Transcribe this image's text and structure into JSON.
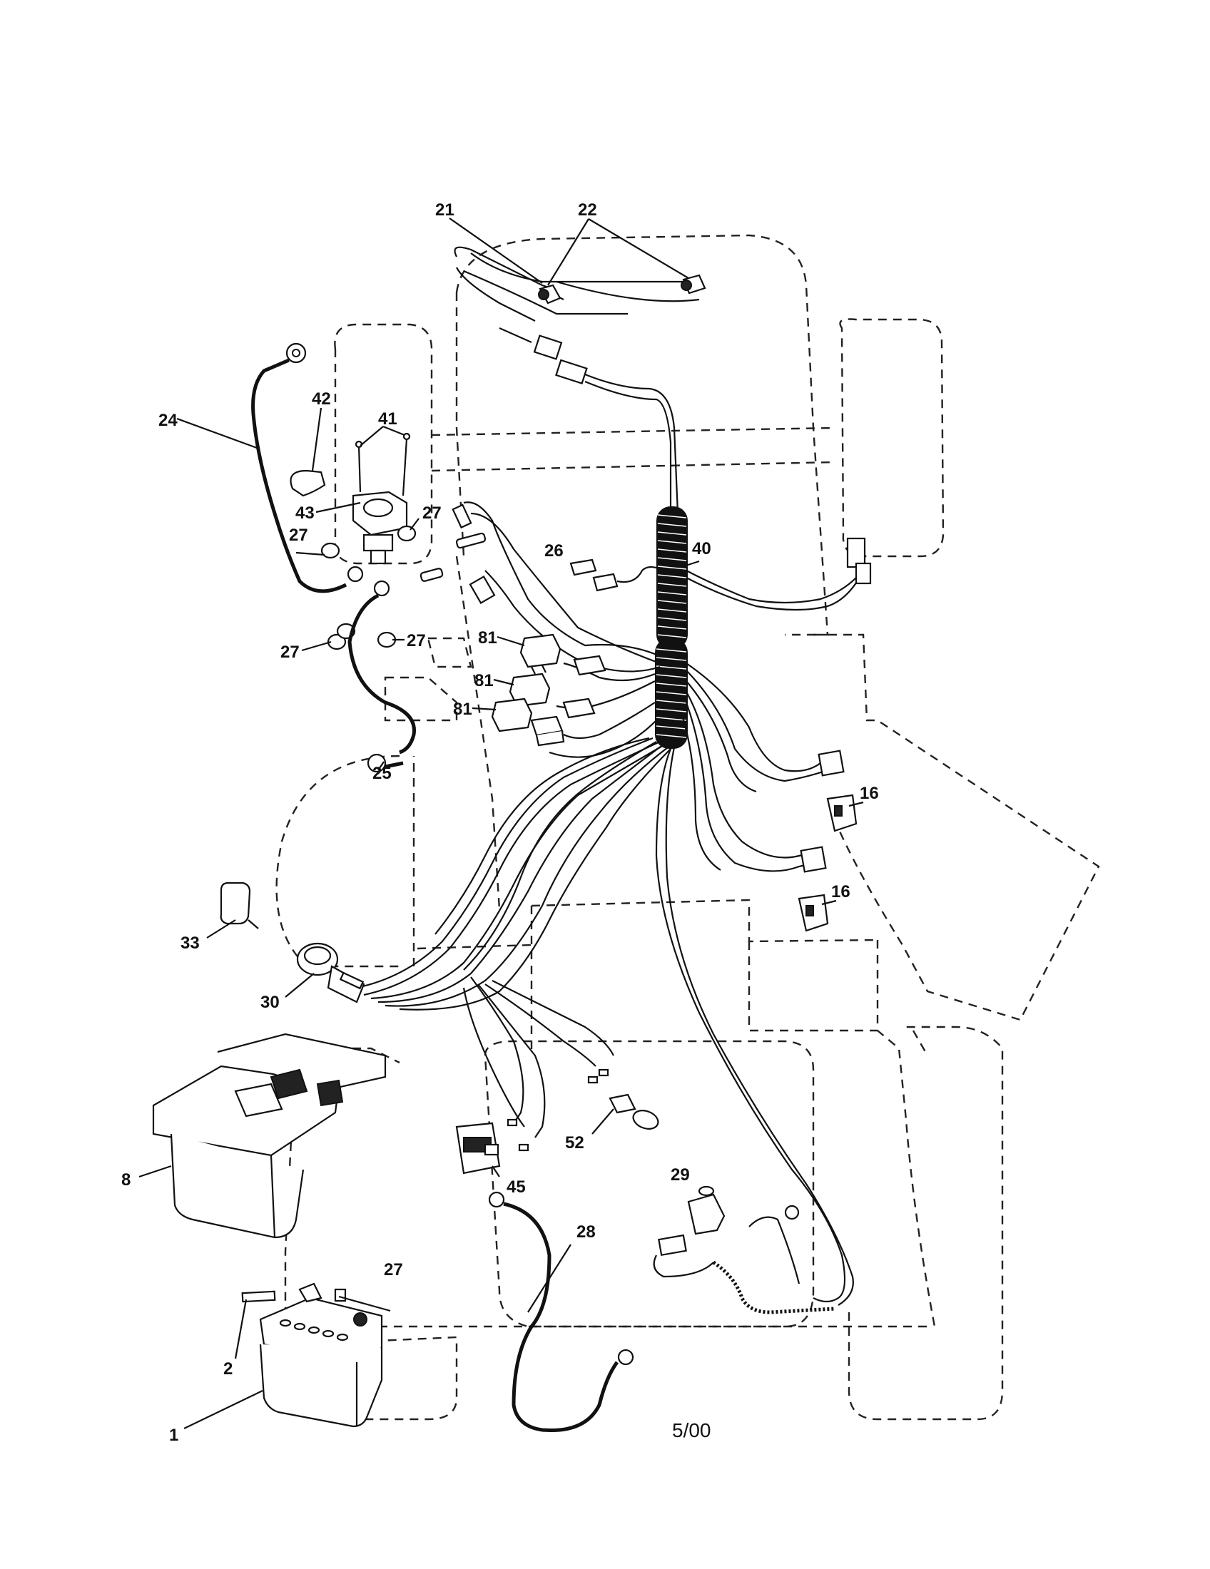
{
  "callouts": [
    {
      "id": "21",
      "label": "21"
    },
    {
      "id": "22",
      "label": "22"
    },
    {
      "id": "42",
      "label": "42"
    },
    {
      "id": "41",
      "label": "41"
    },
    {
      "id": "24",
      "label": "24"
    },
    {
      "id": "43",
      "label": "43"
    },
    {
      "id": "27a",
      "label": "27"
    },
    {
      "id": "27b",
      "label": "27"
    },
    {
      "id": "27c",
      "label": "27"
    },
    {
      "id": "27d",
      "label": "27"
    },
    {
      "id": "27e",
      "label": "27"
    },
    {
      "id": "26",
      "label": "26"
    },
    {
      "id": "40",
      "label": "40"
    },
    {
      "id": "81a",
      "label": "81"
    },
    {
      "id": "81b",
      "label": "81"
    },
    {
      "id": "81c",
      "label": "81"
    },
    {
      "id": "25",
      "label": "25"
    },
    {
      "id": "16a",
      "label": "16"
    },
    {
      "id": "16b",
      "label": "16"
    },
    {
      "id": "33",
      "label": "33"
    },
    {
      "id": "30",
      "label": "30"
    },
    {
      "id": "8",
      "label": "8"
    },
    {
      "id": "52",
      "label": "52"
    },
    {
      "id": "45",
      "label": "45"
    },
    {
      "id": "29",
      "label": "29"
    },
    {
      "id": "28",
      "label": "28"
    },
    {
      "id": "2",
      "label": "2"
    },
    {
      "id": "1",
      "label": "1"
    }
  ],
  "footer": {
    "date_code": "5/00"
  }
}
